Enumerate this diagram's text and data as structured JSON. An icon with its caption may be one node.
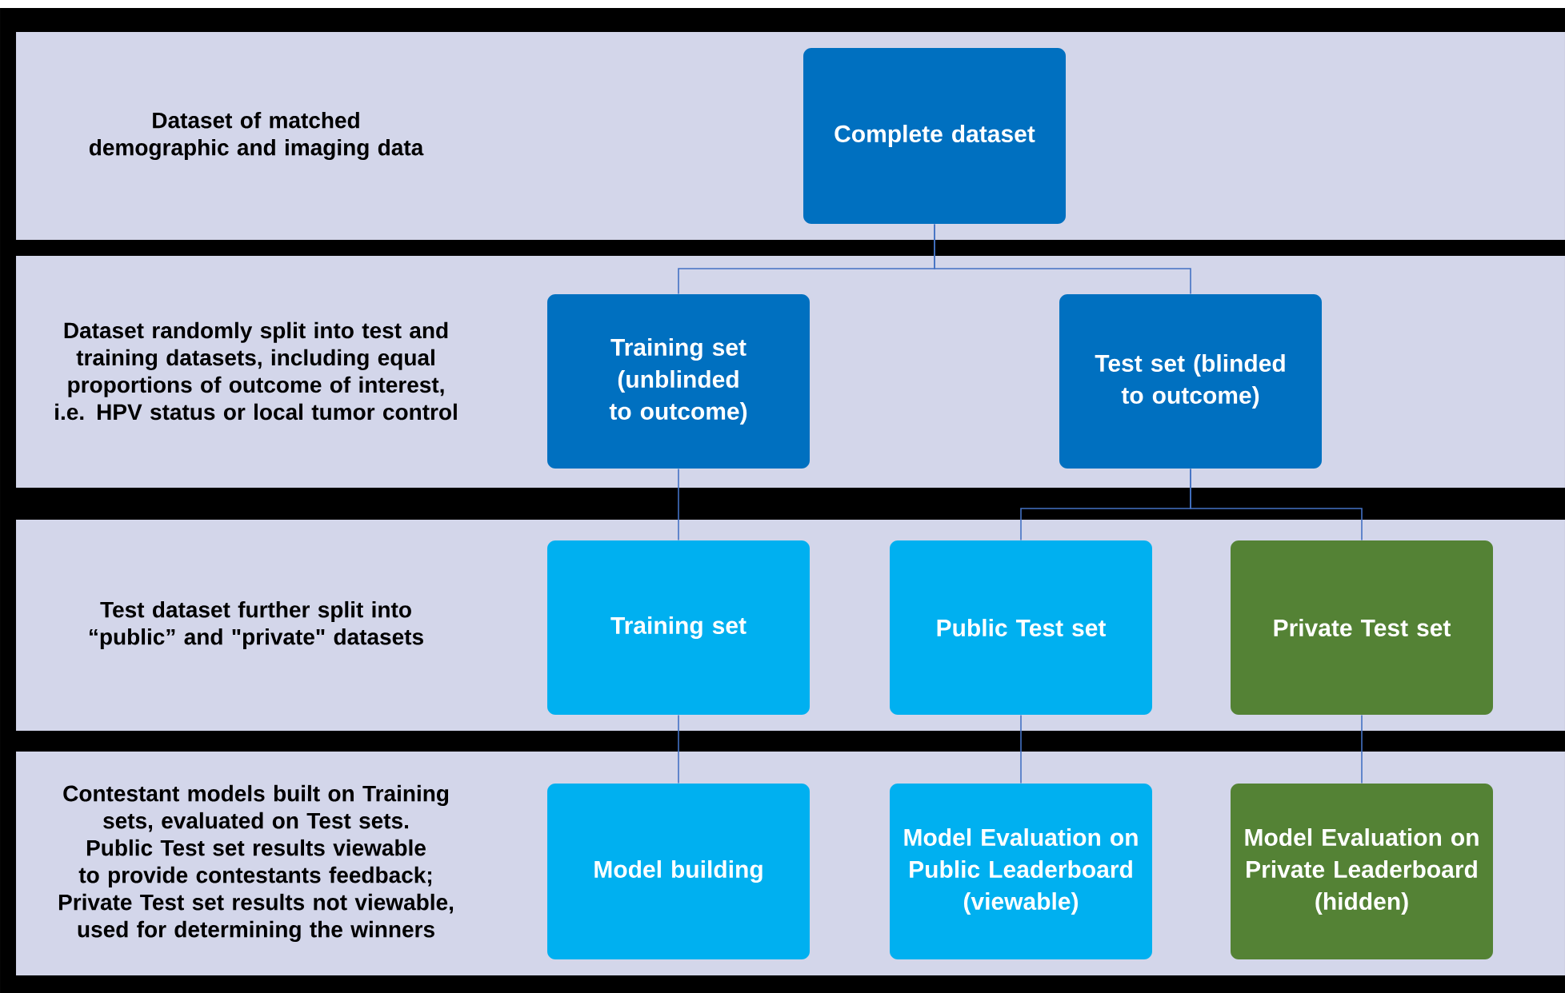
{
  "diagram": {
    "nodes": [
      {
        "text": [
          "Dataset of matched demographic and imaging data"
        ]
      },
      {
        "text": [
          "Complete dataset"
        ],
        "in": 0
      },
      {
        "text": [
          "Dataset randomly split into test and training datasets, including equal proportions of outcome of interest, i.e. HPV status or local tumor control"
        ]
      },
      {
        "text": [
          "Training set (unblinded to outcome)"
        ],
        "in": 2
      },
      {
        "text": [
          "Test set (blinded to outcome)"
        ],
        "in": 2
      },
      {
        "text": [
          "Test dataset further split into “public” and \"private\" datasets"
        ]
      },
      {
        "text": [
          "Training set"
        ],
        "in": 5
      },
      {
        "text": [
          "Public Test set"
        ],
        "in": 5
      },
      {
        "text": [
          "Private Test set"
        ],
        "in": 5
      },
      {
        "text": [
          "Contestant models built on Training sets, evaluated on Test sets. Public Test set results viewable to provide contestants feedback; Private Test set results not viewable, used for determining the winners"
        ]
      },
      {
        "text": [
          "Model building"
        ],
        "in": 9
      },
      {
        "text": [
          "Model Evaluation on Public Leaderboard (viewable)"
        ],
        "in": 9
      },
      {
        "text": [
          "Model Evaluation on Private Leaderboard (hidden)"
        ],
        "in": 9
      }
    ],
    "edges": [
      {
        "from": 1,
        "to": 3,
        "arrow": "none"
      },
      {
        "from": 1,
        "to": 4,
        "arrow": "none"
      },
      {
        "from": 3,
        "to": 6,
        "arrow": "none"
      },
      {
        "from": 4,
        "to": 7,
        "arrow": "none"
      },
      {
        "from": 4,
        "to": 8,
        "arrow": "none"
      },
      {
        "from": 6,
        "to": 10,
        "arrow": "none"
      },
      {
        "from": 7,
        "to": 11,
        "arrow": "none"
      },
      {
        "from": 8,
        "to": 12,
        "arrow": "none"
      }
    ]
  }
}
